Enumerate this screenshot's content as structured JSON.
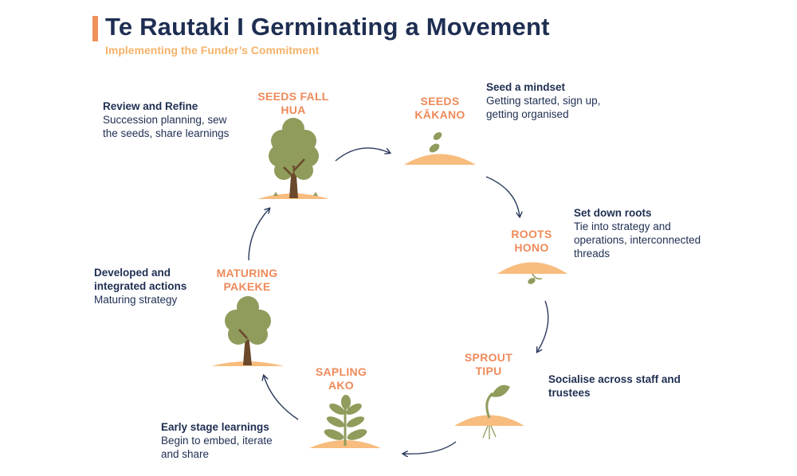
{
  "header": {
    "title": "Te Rautaki I Germinating a Movement",
    "subtitle": "Implementing the Funder’s Commitment"
  },
  "stages": [
    {
      "name": "SEEDS",
      "maori": "KĀKANO",
      "heading": "Seed a mindset",
      "body": "Getting started, sign up, getting organised"
    },
    {
      "name": "ROOTS",
      "maori": "HONO",
      "heading": "Set down roots",
      "body": "Tie into strategy and operations, interconnected threads"
    },
    {
      "name": "SPROUT",
      "maori": "TIPU",
      "heading": "Socialise across staff and trustees",
      "body": ""
    },
    {
      "name": "SAPLING",
      "maori": "AKO",
      "heading": "Early stage learnings",
      "body": "Begin to embed, iterate and share"
    },
    {
      "name": "MATURING",
      "maori": "PAKEKE",
      "heading": "Developed and integrated actions",
      "body": "Maturing strategy"
    },
    {
      "name": "SEEDS FALL",
      "maori": "HUA",
      "heading": "Review and Refine",
      "body": "Succession planning, sew the seeds, share learnings"
    }
  ],
  "colors": {
    "title": "#1e2e52",
    "accent": "#f0915a",
    "subtitle": "#f4b36a",
    "stage_label": "#ee8a5a",
    "soil": "#f7bc7e",
    "leaf": "#8f9c5c",
    "trunk": "#6b4a2c",
    "arrow": "#2b3a5c"
  }
}
